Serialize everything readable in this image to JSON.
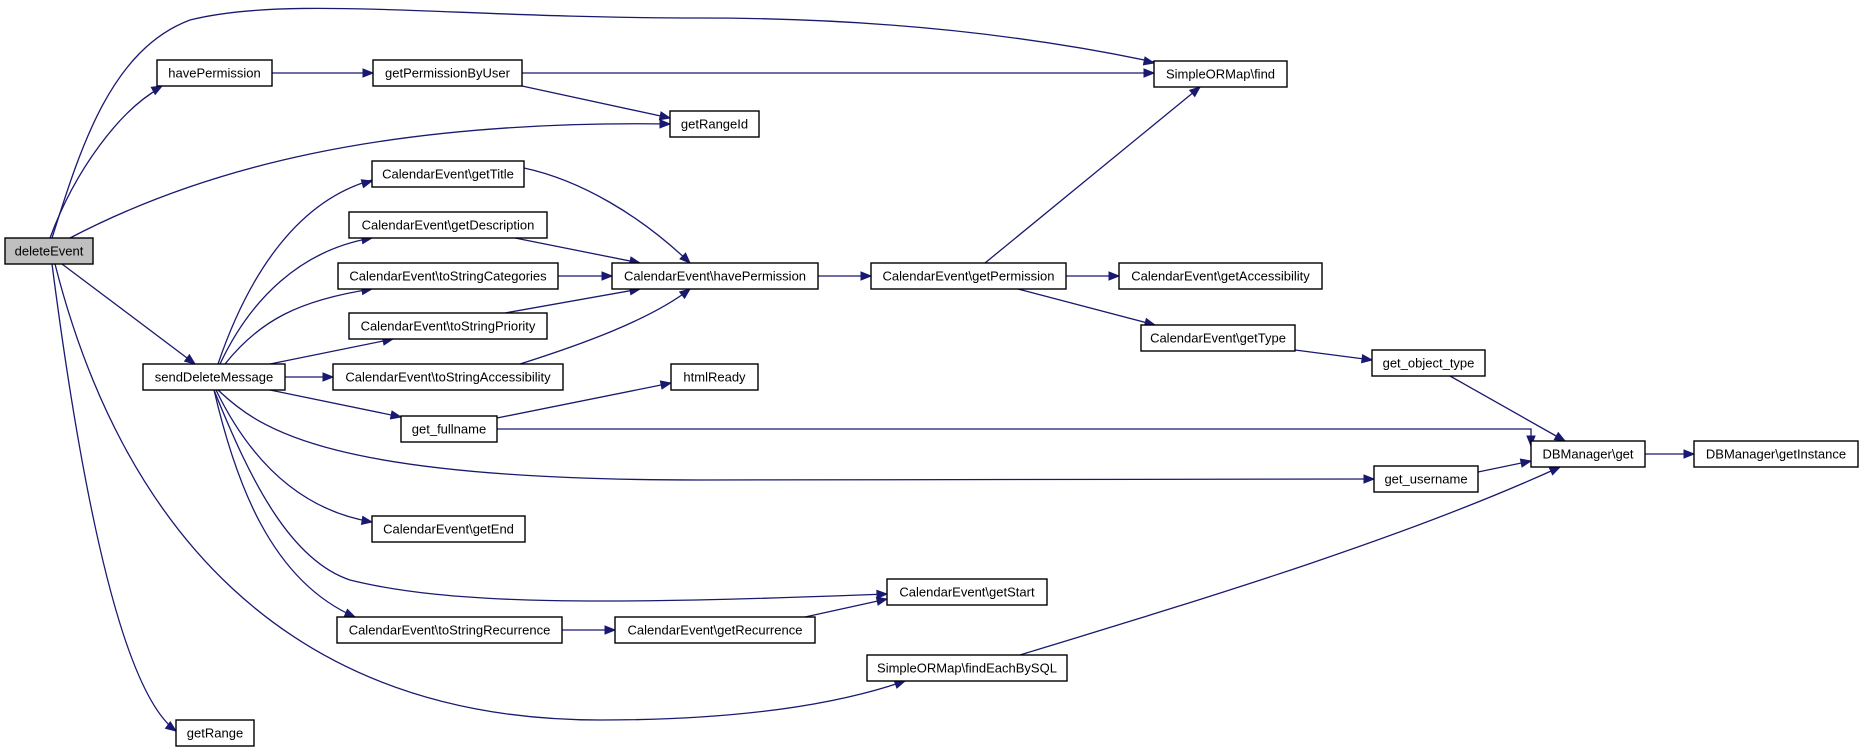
{
  "diagram": {
    "type": "call-graph",
    "colors": {
      "edge": "#191970",
      "root_fill": "#bfbfbf",
      "node_fill": "#ffffff",
      "node_stroke": "#000000"
    },
    "nodes": [
      {
        "id": "deleteEvent",
        "label": "deleteEvent",
        "root": true
      },
      {
        "id": "havePermission",
        "label": "havePermission"
      },
      {
        "id": "getPermissionByUser",
        "label": "getPermissionByUser"
      },
      {
        "id": "sormFind",
        "label": "SimpleORMap\\find"
      },
      {
        "id": "getRangeId",
        "label": "getRangeId"
      },
      {
        "id": "ceGetTitle",
        "label": "CalendarEvent\\getTitle"
      },
      {
        "id": "ceGetDescription",
        "label": "CalendarEvent\\getDescription"
      },
      {
        "id": "ceToStringCategories",
        "label": "CalendarEvent\\toStringCategories"
      },
      {
        "id": "ceHavePermission",
        "label": "CalendarEvent\\havePermission"
      },
      {
        "id": "ceGetPermission",
        "label": "CalendarEvent\\getPermission"
      },
      {
        "id": "ceGetAccessibility",
        "label": "CalendarEvent\\getAccessibility"
      },
      {
        "id": "ceToStringPriority",
        "label": "CalendarEvent\\toStringPriority"
      },
      {
        "id": "ceGetType",
        "label": "CalendarEvent\\getType"
      },
      {
        "id": "getObjectType",
        "label": "get_object_type"
      },
      {
        "id": "sendDeleteMessage",
        "label": "sendDeleteMessage"
      },
      {
        "id": "ceToStringAccessibility",
        "label": "CalendarEvent\\toStringAccessibility"
      },
      {
        "id": "htmlReady",
        "label": "htmlReady"
      },
      {
        "id": "getFullname",
        "label": "get_fullname"
      },
      {
        "id": "dbGet",
        "label": "DBManager\\get"
      },
      {
        "id": "dbGetInstance",
        "label": "DBManager\\getInstance"
      },
      {
        "id": "getUsername",
        "label": "get_username"
      },
      {
        "id": "ceGetEnd",
        "label": "CalendarEvent\\getEnd"
      },
      {
        "id": "ceGetStart",
        "label": "CalendarEvent\\getStart"
      },
      {
        "id": "ceToStringRecurrence",
        "label": "CalendarEvent\\toStringRecurrence"
      },
      {
        "id": "ceGetRecurrence",
        "label": "CalendarEvent\\getRecurrence"
      },
      {
        "id": "sormFindEachBySQL",
        "label": "SimpleORMap\\findEachBySQL"
      },
      {
        "id": "getRange",
        "label": "getRange"
      }
    ],
    "edges": [
      {
        "from": "deleteEvent",
        "to": "sormFind"
      },
      {
        "from": "deleteEvent",
        "to": "havePermission"
      },
      {
        "from": "deleteEvent",
        "to": "getRangeId"
      },
      {
        "from": "deleteEvent",
        "to": "sendDeleteMessage"
      },
      {
        "from": "deleteEvent",
        "to": "sormFindEachBySQL"
      },
      {
        "from": "deleteEvent",
        "to": "getRange"
      },
      {
        "from": "havePermission",
        "to": "getPermissionByUser"
      },
      {
        "from": "getPermissionByUser",
        "to": "sormFind"
      },
      {
        "from": "getPermissionByUser",
        "to": "getRangeId"
      },
      {
        "from": "sendDeleteMessage",
        "to": "ceGetTitle"
      },
      {
        "from": "sendDeleteMessage",
        "to": "ceGetDescription"
      },
      {
        "from": "sendDeleteMessage",
        "to": "ceToStringCategories"
      },
      {
        "from": "sendDeleteMessage",
        "to": "ceToStringPriority"
      },
      {
        "from": "sendDeleteMessage",
        "to": "ceToStringAccessibility"
      },
      {
        "from": "sendDeleteMessage",
        "to": "getFullname"
      },
      {
        "from": "sendDeleteMessage",
        "to": "getUsername"
      },
      {
        "from": "sendDeleteMessage",
        "to": "ceGetEnd"
      },
      {
        "from": "sendDeleteMessage",
        "to": "ceGetStart"
      },
      {
        "from": "sendDeleteMessage",
        "to": "ceToStringRecurrence"
      },
      {
        "from": "ceGetTitle",
        "to": "ceHavePermission"
      },
      {
        "from": "ceGetDescription",
        "to": "ceHavePermission"
      },
      {
        "from": "ceToStringCategories",
        "to": "ceHavePermission"
      },
      {
        "from": "ceToStringPriority",
        "to": "ceHavePermission"
      },
      {
        "from": "ceToStringAccessibility",
        "to": "ceHavePermission"
      },
      {
        "from": "ceHavePermission",
        "to": "ceGetPermission"
      },
      {
        "from": "ceGetPermission",
        "to": "sormFind"
      },
      {
        "from": "ceGetPermission",
        "to": "ceGetAccessibility"
      },
      {
        "from": "ceGetPermission",
        "to": "ceGetType"
      },
      {
        "from": "ceGetType",
        "to": "getObjectType"
      },
      {
        "from": "getObjectType",
        "to": "dbGet"
      },
      {
        "from": "getFullname",
        "to": "htmlReady"
      },
      {
        "from": "getFullname",
        "to": "dbGet"
      },
      {
        "from": "getUsername",
        "to": "dbGet"
      },
      {
        "from": "dbGet",
        "to": "dbGetInstance"
      },
      {
        "from": "ceToStringRecurrence",
        "to": "ceGetRecurrence"
      },
      {
        "from": "ceGetRecurrence",
        "to": "ceGetStart"
      },
      {
        "from": "sormFindEachBySQL",
        "to": "dbGet"
      }
    ]
  }
}
